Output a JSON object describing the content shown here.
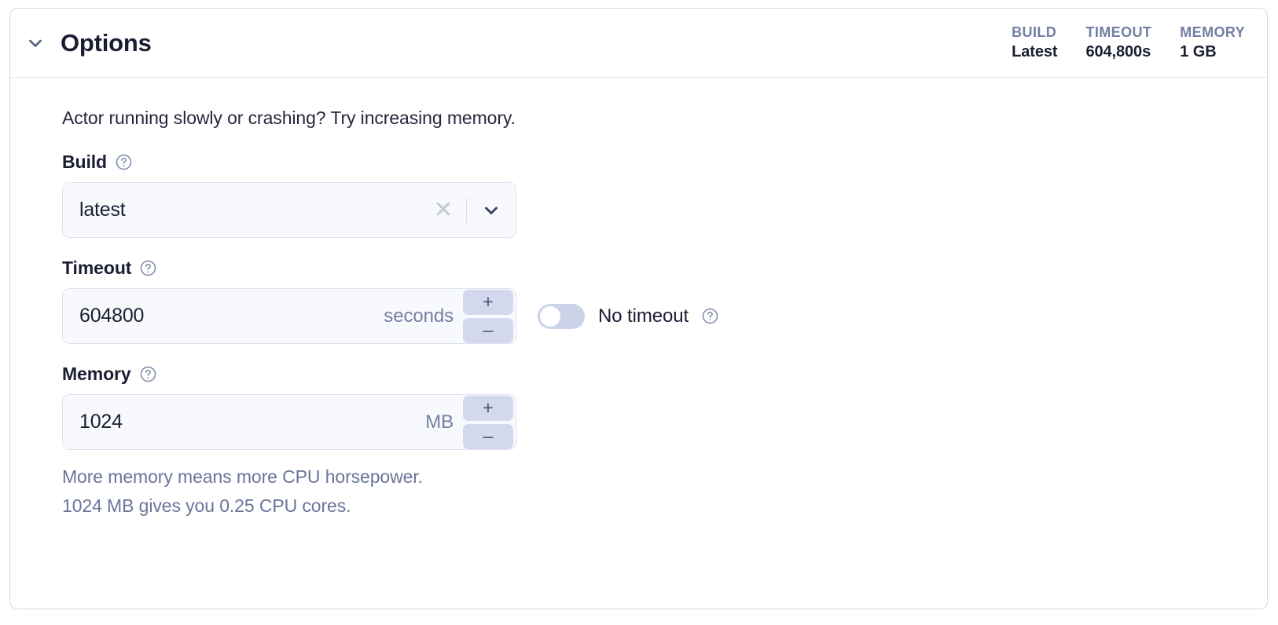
{
  "card": {
    "title": "Options",
    "collapse_icon": "chevron-down-icon",
    "stats": [
      {
        "label": "BUILD",
        "value": "Latest"
      },
      {
        "label": "TIMEOUT",
        "value": "604,800s"
      },
      {
        "label": "MEMORY",
        "value": "1 GB"
      }
    ]
  },
  "body": {
    "intro": "Actor running slowly or crashing? Try increasing memory.",
    "build": {
      "label": "Build",
      "help_icon": "help-circle-icon",
      "value": "latest",
      "clear_icon": "clear-x-icon",
      "dropdown_icon": "chevron-down-icon"
    },
    "timeout": {
      "label": "Timeout",
      "help_icon": "help-circle-icon",
      "value": "604800",
      "unit": "seconds",
      "increment_label": "+",
      "decrement_label": "–",
      "no_timeout": {
        "label": "No timeout",
        "help_icon": "help-circle-icon",
        "enabled": false
      }
    },
    "memory": {
      "label": "Memory",
      "help_icon": "help-circle-icon",
      "value": "1024",
      "unit": "MB",
      "increment_label": "+",
      "decrement_label": "–",
      "helper_line_1": "More memory means more CPU horsepower.",
      "helper_line_2": "1024 MB gives you 0.25 CPU cores."
    }
  },
  "colors": {
    "card_border": "#d5d9ed",
    "input_bg": "#f8f9fd",
    "input_border": "#dfe3f2",
    "stepper_bg": "#d3d8ec",
    "muted_text": "#737fa4",
    "dark_text": "#1b1e33",
    "toggle_track": "#ccd2e7"
  }
}
